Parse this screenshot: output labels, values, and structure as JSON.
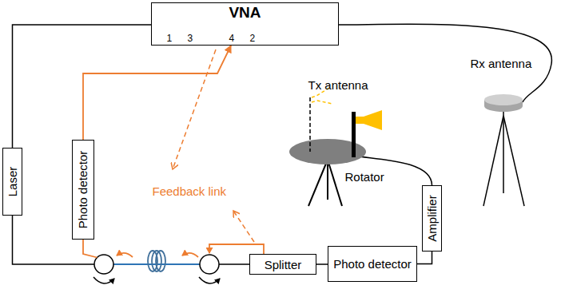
{
  "diagram": {
    "nodes": [
      {
        "text": [
          "VNA"
        ]
      },
      {
        "text": [
          "Laser"
        ]
      },
      {
        "text": [
          "Photo detector"
        ]
      },
      {
        "text": [
          "Splitter"
        ]
      },
      {
        "text": [
          "Photo detector"
        ]
      },
      {
        "text": [
          "Amplifier"
        ]
      }
    ],
    "edges": [
      {
        "from": 0,
        "to": 1,
        "arrow": "none"
      },
      {
        "from": 2,
        "to": 0,
        "arrow": "to"
      },
      {
        "from": 3,
        "to": 4,
        "arrow": "none"
      },
      {
        "from": 4,
        "to": 5,
        "arrow": "none"
      }
    ],
    "labels": [
      "1",
      "3",
      "4",
      "2",
      "Tx antenna",
      "Rx antenna",
      "Rotator",
      "Feedback link"
    ]
  }
}
